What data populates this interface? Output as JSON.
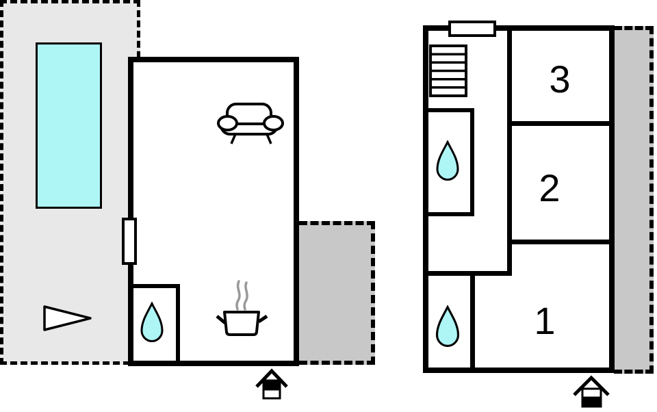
{
  "colors": {
    "water_cyan": "#aef5f6",
    "terrace_gray": "#e8e8e8",
    "area_gray": "#c8c8c8",
    "outline": "#000000",
    "steam_gray": "#999999"
  },
  "left_plan": {
    "icons": {
      "pool": "pool",
      "direction_arrow": "direction-arrow",
      "sofa": "sofa",
      "cooking_pot": "cooking-pot",
      "water_drop": "water-drop",
      "door": "door-window",
      "storey_indicator": "storey-indicator-upper-filled"
    }
  },
  "right_plan": {
    "room_labels": [
      {
        "id": "room-3",
        "label": "3"
      },
      {
        "id": "room-2",
        "label": "2"
      },
      {
        "id": "room-1",
        "label": "1"
      }
    ],
    "icons": {
      "stairs": "stairs",
      "door": "door-window",
      "water_drop_upper": "water-drop",
      "water_drop_lower": "water-drop",
      "storey_indicator": "storey-indicator-lower-filled"
    }
  }
}
